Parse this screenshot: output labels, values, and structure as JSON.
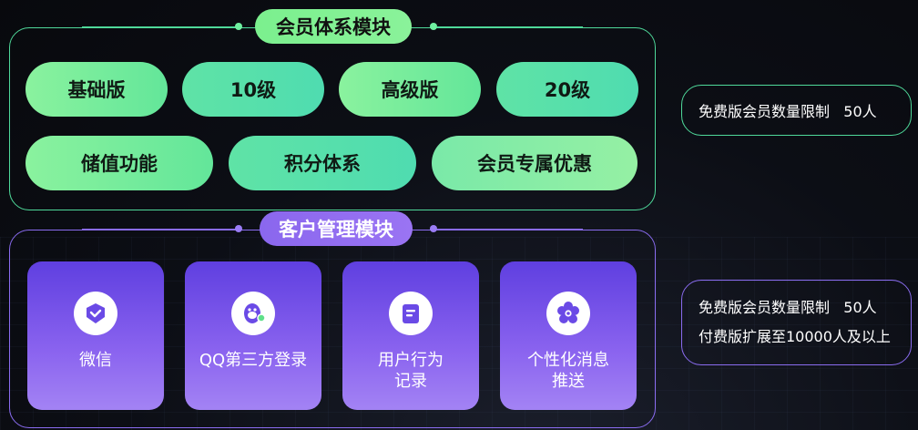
{
  "member_module": {
    "title": "会员体系模块",
    "features": [
      "基础版",
      "10级",
      "高级版",
      "20级",
      "储值功能",
      "积分体系",
      "会员专属优惠"
    ]
  },
  "customer_module": {
    "title": "客户管理模块",
    "cards": [
      {
        "line1": "微信",
        "line2": "",
        "icon": "shield-check-icon"
      },
      {
        "line1": "QQ第三方登录",
        "line2": "",
        "icon": "qq-penguin-icon"
      },
      {
        "line1": "用户行为",
        "line2": "记录",
        "icon": "document-icon"
      },
      {
        "line1": "个性化消息",
        "line2": "推送",
        "icon": "flower-gear-icon"
      }
    ]
  },
  "notes": {
    "member_limit": "免费版会员数量限制   50人",
    "customer_limit_line1": "免费版会员数量限制   50人",
    "customer_limit_line2": "付费版扩展至10000人及以上"
  },
  "colors": {
    "green_accent": "#4fd99a",
    "purple_accent": "#8a6cf0",
    "background": "#0c0e15"
  }
}
